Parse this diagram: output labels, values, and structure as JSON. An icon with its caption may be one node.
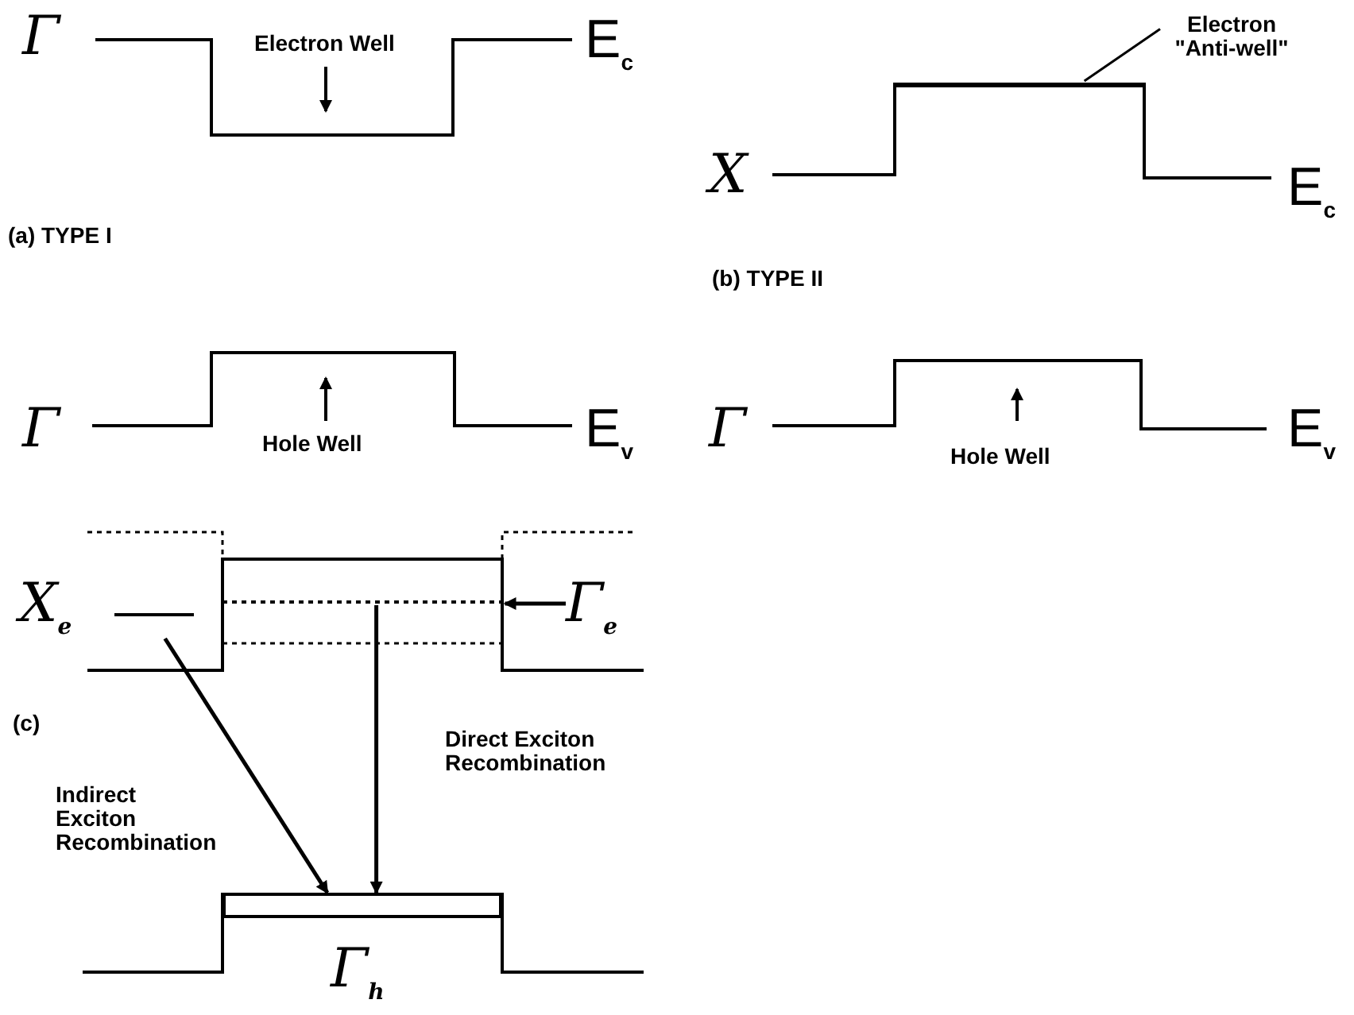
{
  "diagram": {
    "nodes": [
      {
        "text": [
          "X$_{e}$"
        ]
      },
      {
        "text": [
          "Γ$_{e}$"
        ]
      },
      {
        "text": [],
        "shape": "bar"
      },
      {
        "text": [],
        "shape": "box",
        "beside": [
          "Γ$_{h}$"
        ]
      },
      {
        "text": [
          "Electron \"Anti-well\""
        ]
      },
      {
        "text": [],
        "shape": "bar"
      }
    ],
    "edges": [
      {
        "from": 0,
        "to": 3,
        "arrow": "to",
        "label": "Indirect Exciton Recombination"
      },
      {
        "from": 2,
        "to": 3,
        "arrow": "to",
        "label": "Direct Exciton Recombination"
      },
      {
        "from": 1,
        "to": 2,
        "arrow": "to"
      },
      {
        "from": 4,
        "to": 5,
        "arrow": "none"
      }
    ],
    "labels": [
      "Γ",
      "Electron Well",
      "E$_{c}$",
      "(a) TYPE I",
      "Γ",
      "Hole Well",
      "E$_{v}$",
      "X",
      "E$_{c}$",
      "(b) TYPE II",
      "Γ",
      "Hole Well",
      "E$_{v}$",
      "(c)"
    ]
  }
}
